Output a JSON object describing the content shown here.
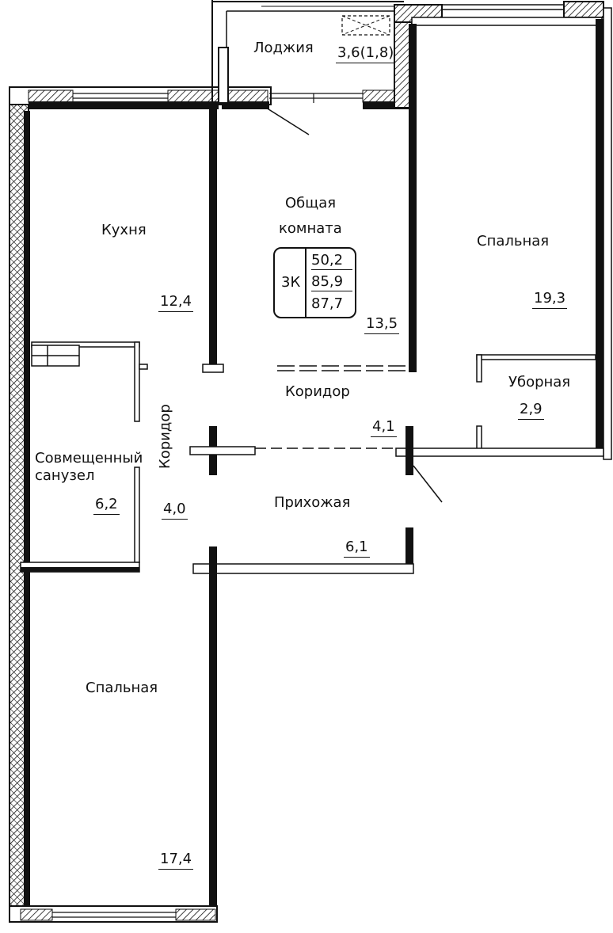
{
  "rooms": {
    "loggia": {
      "name": "Лоджия",
      "area": "3,6(1,8)"
    },
    "living": {
      "name_line1": "Общая",
      "name_line2": "комната",
      "area": "13,5"
    },
    "kitchen": {
      "name": "Кухня",
      "area": "12,4"
    },
    "bedroom_top": {
      "name": "Спальная",
      "area": "19,3"
    },
    "toilet": {
      "name": "Уборная",
      "area": "2,9"
    },
    "corridor_h": {
      "name": "Коридор",
      "area": "4,1"
    },
    "corridor_v": {
      "name": "Коридор",
      "area": "4,0"
    },
    "bathroom": {
      "name_line1": "Совмещенный",
      "name_line2": "санузел",
      "area": "6,2"
    },
    "hallway": {
      "name": "Прихожая",
      "area": "6,1"
    },
    "bedroom_bottom": {
      "name": "Спальная",
      "area": "17,4"
    }
  },
  "summary": {
    "rooms": "3К",
    "living_area": "50,2",
    "total_area": "85,9",
    "total_with_loggia": "87,7"
  },
  "colors": {
    "wall": "#111111",
    "hatch": "#111111",
    "background": "#ffffff"
  }
}
